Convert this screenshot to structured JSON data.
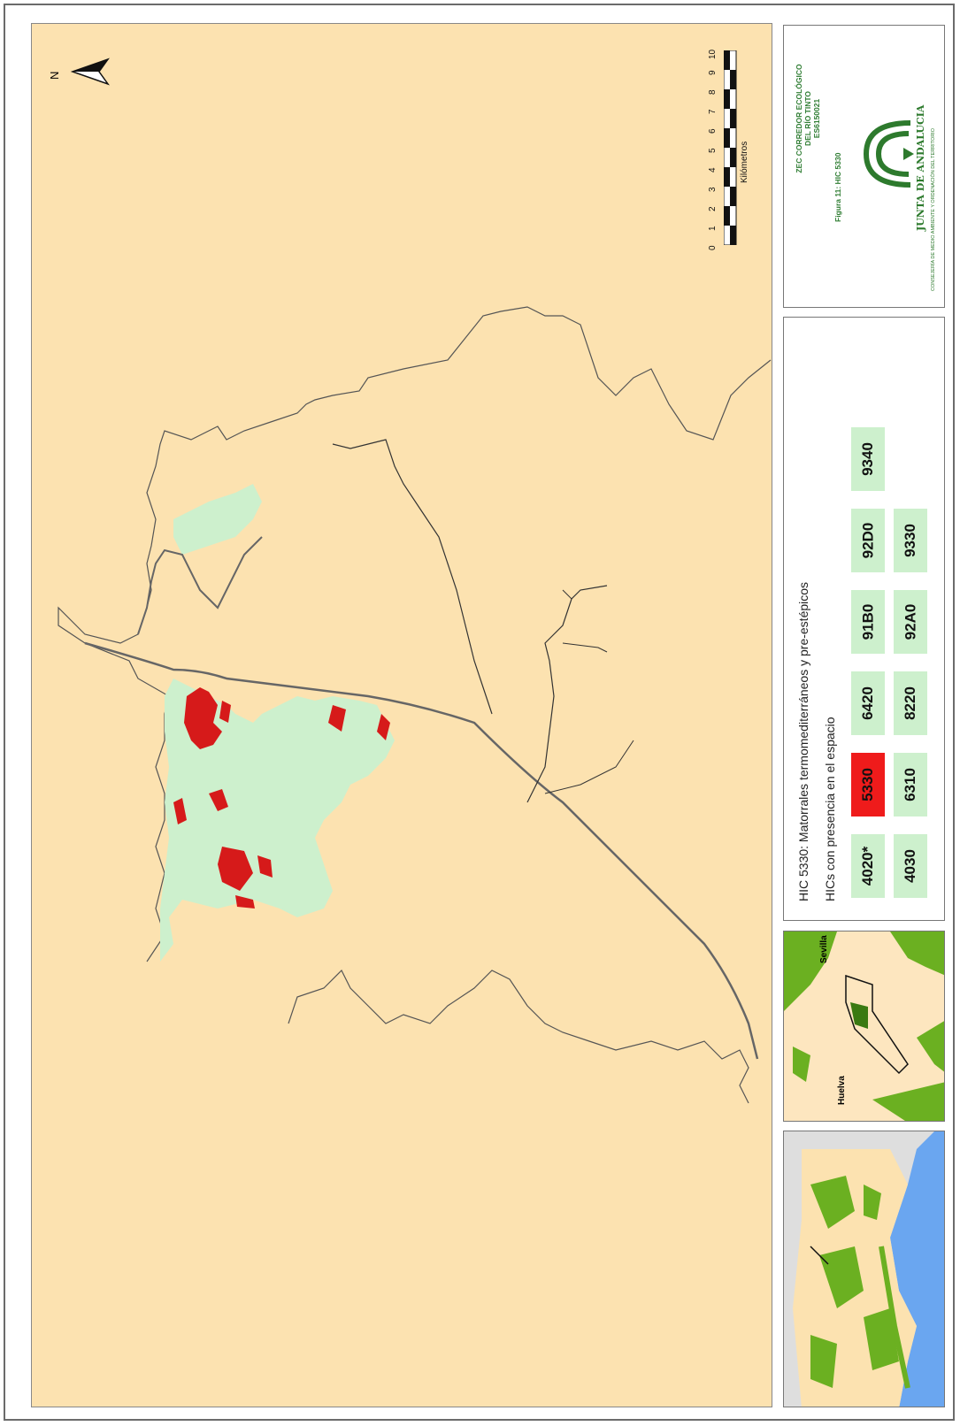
{
  "title_block": {
    "zec_lines": [
      "ZEC CORREDOR ECOLÓGICO",
      "DEL RÍO TINTO",
      "ES6150021"
    ],
    "figure": "Figura 11: HIC 5330",
    "org_name": "JUNTA DE ANDALUCIA",
    "org_department": "CONSEJERÍA DE MEDIO AMBIENTE Y ORDENACIÓN DEL TERRITORIO"
  },
  "legend": {
    "title": "HIC 5330: Matorrales termomediterráneos y pre-estépicos",
    "subtitle": "HICs con presencia en el espacio",
    "row1": [
      "4020*",
      "5330",
      "6420",
      "91B0",
      "92D0",
      "9340"
    ],
    "row2": [
      "4030",
      "6310",
      "8220",
      "92A0",
      "9330"
    ],
    "selected": "5330",
    "colors": {
      "selected": "#ef1b1b",
      "habitat": "#cdf0cd",
      "background": "#fce2b0"
    }
  },
  "scale_bar": {
    "ticks": [
      "0",
      "1",
      "2",
      "3",
      "4",
      "5",
      "6",
      "7",
      "8",
      "9",
      "10"
    ],
    "unit": "Kilómetros"
  },
  "north_arrow": {
    "label": "N"
  },
  "inset_locator": {
    "place1": "Sevilla",
    "place2": "Huelva"
  }
}
